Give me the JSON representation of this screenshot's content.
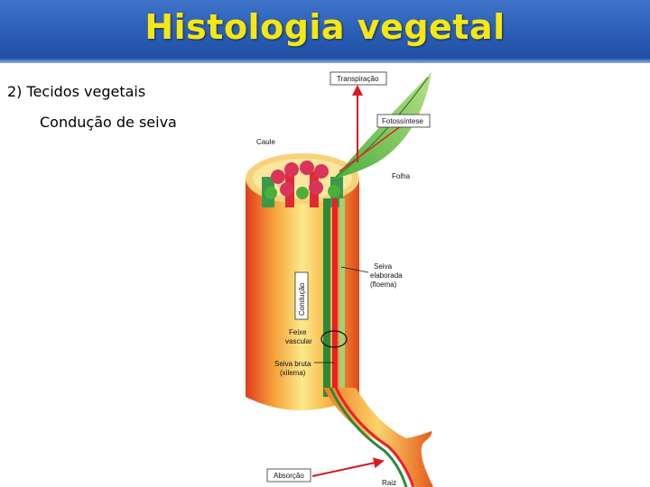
{
  "slide": {
    "title": "Histologia vegetal",
    "section": "2) Tecidos vegetais",
    "item": "Condução de seiva"
  },
  "diagram": {
    "labels": {
      "transpiracao": "Transpiração",
      "fotossintese": "Fotossíntese",
      "caule": "Caule",
      "folha": "Folha",
      "seiva_elaborada_1": "Seiva",
      "seiva_elaborada_2": "elaborada",
      "seiva_elaborada_3": "(floema)",
      "conducao": "Condução",
      "feixe_1": "Feixe",
      "feixe_2": "vascular",
      "seiva_bruta_1": "Seiva bruta",
      "seiva_bruta_2": "(xilema)",
      "absorcao": "Absorção",
      "raiz": "Raiz"
    },
    "colors": {
      "title_bar": "#2a5db5",
      "title_text": "#f6e70e",
      "xylem": "#e8202a",
      "phloem": "#2a8a3a",
      "stem": "#f07a20"
    }
  }
}
